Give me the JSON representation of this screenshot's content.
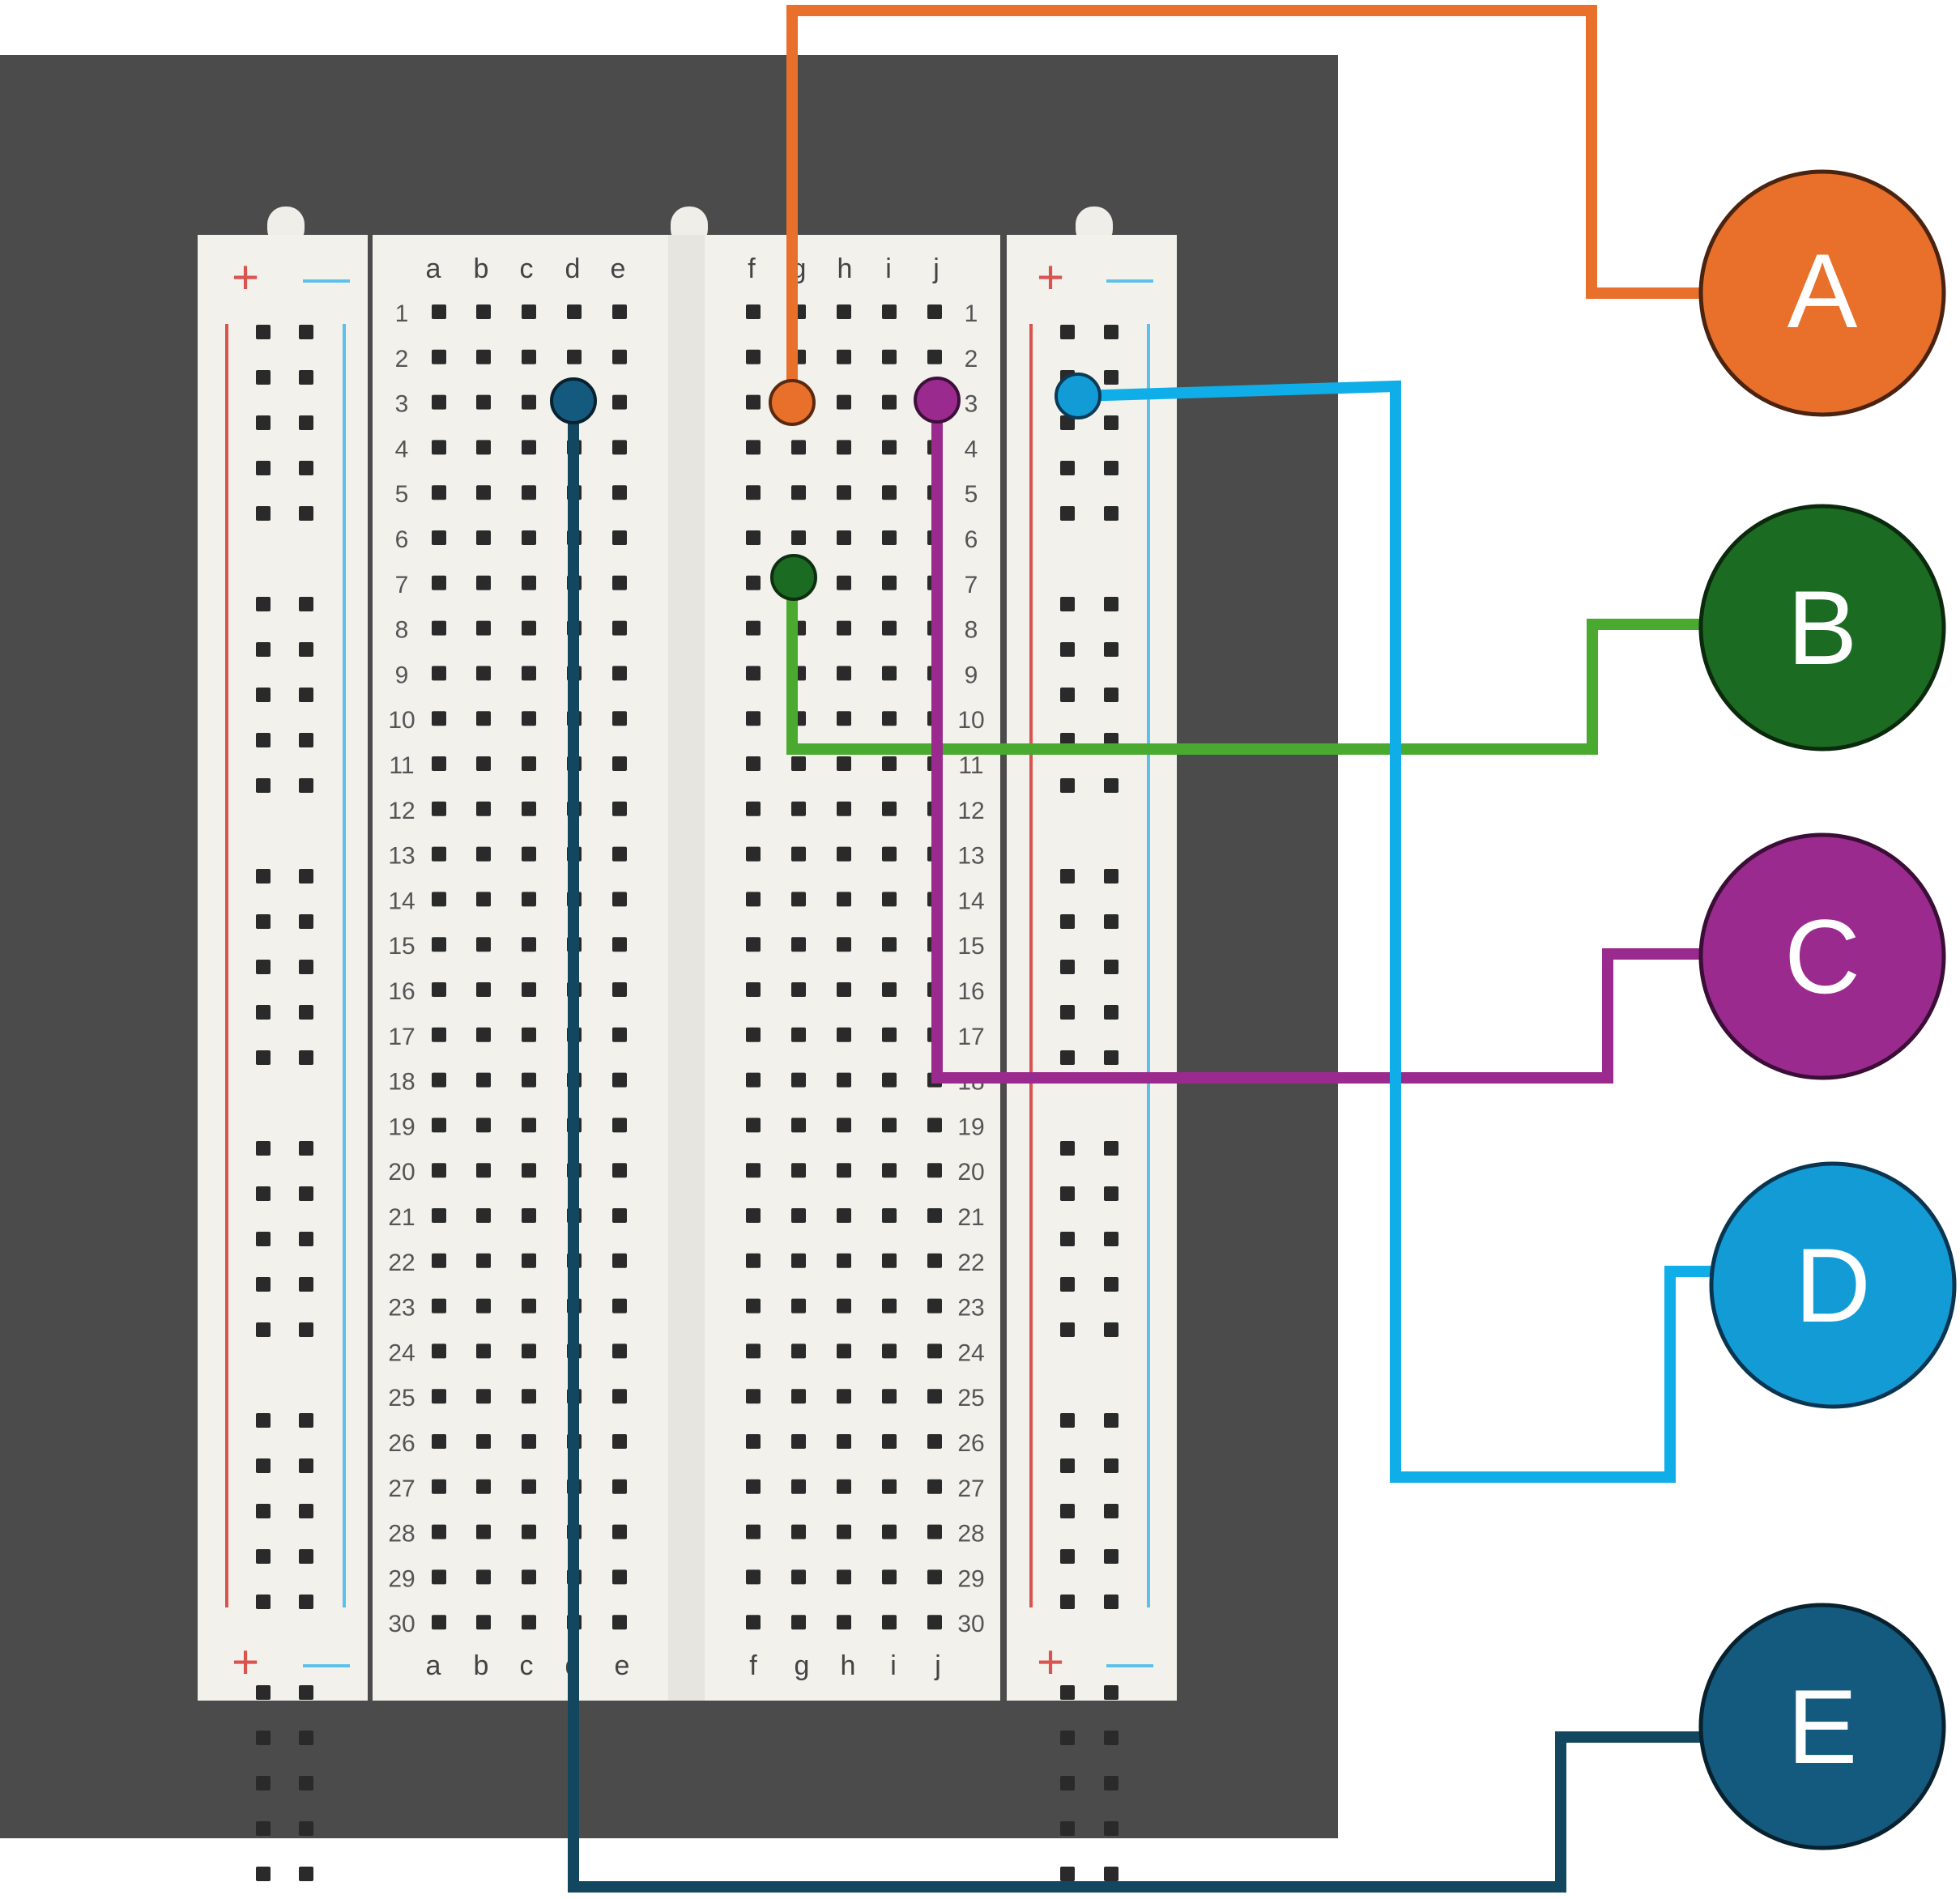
{
  "breadboard": {
    "column_letters_left": [
      "a",
      "b",
      "c",
      "d",
      "e"
    ],
    "column_letters_right": [
      "f",
      "g",
      "h",
      "i",
      "j"
    ],
    "rows": 30,
    "rail_symbols": {
      "plus": "+",
      "minus": "—"
    },
    "colors": {
      "background": "#4a4a4a",
      "board": "#f2f1ec",
      "hole": "#2a2a2a",
      "rail_red": "#d9534f",
      "rail_blue": "#5bc0eb",
      "numbers": "#555555"
    }
  },
  "markers": [
    {
      "label": "A",
      "color": "#e8702a",
      "hole": "row 3, column g"
    },
    {
      "label": "B",
      "color": "#1b6b23",
      "hole": "row 7, column g"
    },
    {
      "label": "C",
      "color": "#9b2a8f",
      "hole": "row 3, column j"
    },
    {
      "label": "D",
      "color": "#139bd6",
      "hole": "right power rail, row 3"
    },
    {
      "label": "E",
      "color": "#135a7e",
      "hole": "row 3, column d"
    }
  ],
  "wire_colors": {
    "A": "#e8702a",
    "B": "#4aaa30",
    "C": "#9b2a8f",
    "D": "#0faee8",
    "E": "#13475f"
  }
}
